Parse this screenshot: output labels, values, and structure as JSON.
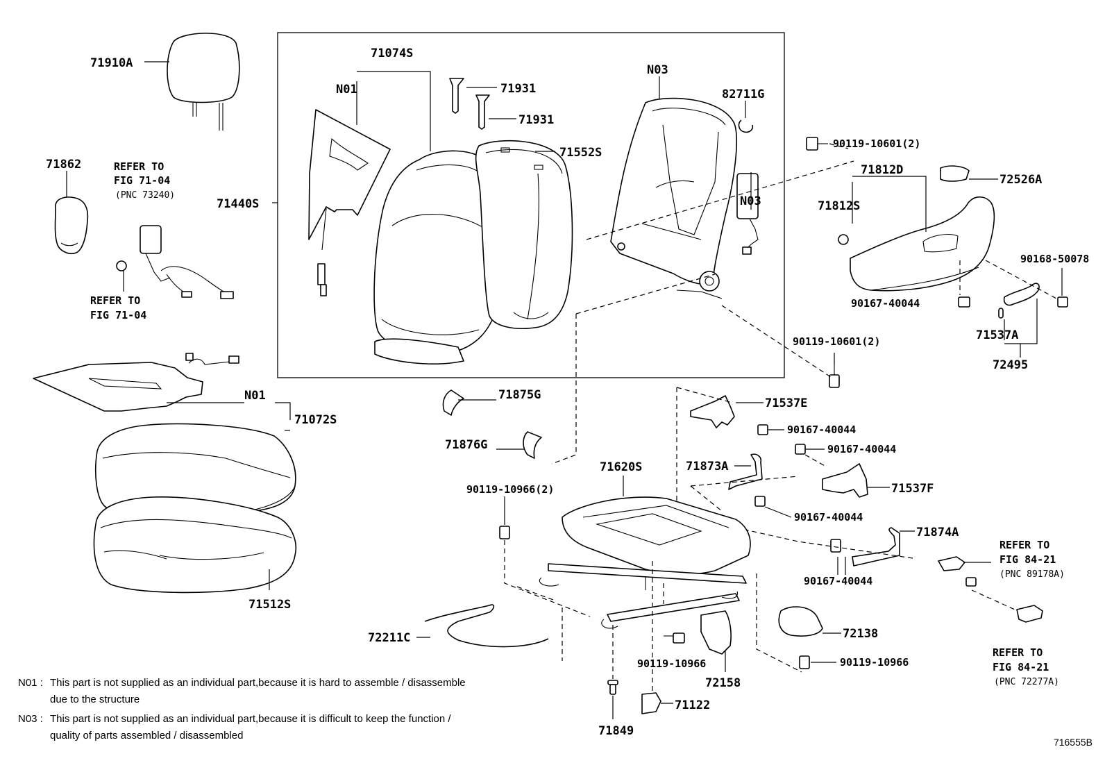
{
  "labels": {
    "p71910A": "71910A",
    "p71074S": "71074S",
    "p71931a": "71931",
    "p71931b": "71931",
    "pN03a": "N03",
    "p82711G": "82711G",
    "pN01a": "N01",
    "p71552S": "71552S",
    "p71862": "71862",
    "p71440S": "71440S",
    "pN03b": "N03",
    "p90119_10601a": "90119-10601(2)",
    "p71812D": "71812D",
    "p72526A": "72526A",
    "p71812S": "71812S",
    "p90168_50078": "90168-50078",
    "p90167_40044a": "90167-40044",
    "p71537A": "71537A",
    "p72495": "72495",
    "p90119_10601b": "90119-10601(2)",
    "pN01b": "N01",
    "p71072S": "71072S",
    "p71875G": "71875G",
    "p71537E": "71537E",
    "p90167_40044b": "90167-40044",
    "p71876G": "71876G",
    "p90167_40044c": "90167-40044",
    "p71620S": "71620S",
    "p71873A": "71873A",
    "p71537F": "71537F",
    "p90119_10966a": "90119-10966(2)",
    "p90167_40044d": "90167-40044",
    "p71874A": "71874A",
    "p90167_40044e": "90167-40044",
    "p71512S": "71512S",
    "p72211C": "72211C",
    "p72138": "72138",
    "p90119_10966b": "90119-10966",
    "p90119_10966c": "90119-10966",
    "p72158": "72158",
    "p71849": "71849",
    "p71122": "71122"
  },
  "refs": {
    "ref1_l1": "REFER TO",
    "ref1_l2": "FIG 71-04",
    "ref1_l3": "(PNC 73240)",
    "ref2_l1": "REFER TO",
    "ref2_l2": "FIG 71-04",
    "ref3_l1": "REFER TO",
    "ref3_l2": "FIG 84-21",
    "ref3_l3": "(PNC 89178A)",
    "ref4_l1": "REFER TO",
    "ref4_l2": "FIG 84-21",
    "ref4_l3": "(PNC 72277A)"
  },
  "notes": {
    "n01_code": "N01 :",
    "n01_line1": "This part is not supplied as an individual part,because it is hard to assemble / disassemble",
    "n01_line2": "due to the structure",
    "n03_code": "N03 :",
    "n03_line1": "This part is not supplied as an individual part,because it is difficult to keep the function /",
    "n03_line2": "quality of parts assembled / disassembled"
  },
  "figure_code": "716555B"
}
